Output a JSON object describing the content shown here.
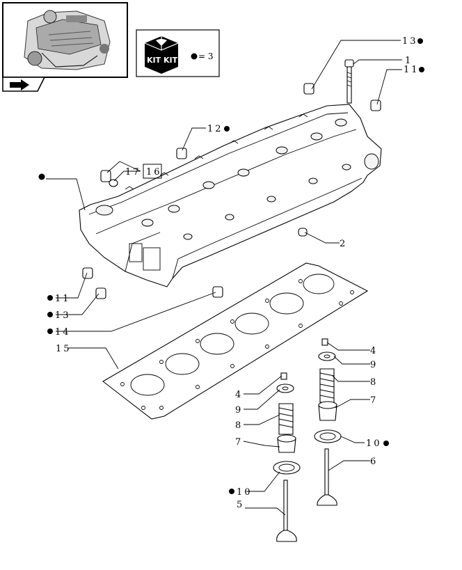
{
  "kit_legend": {
    "kit_left": "KIT",
    "kit_right": "KIT",
    "equals_text": "= 3"
  },
  "callouts": [
    {
      "id": "c13a",
      "text": "13",
      "bullet": true
    },
    {
      "id": "c1",
      "text": "1",
      "bullet": false
    },
    {
      "id": "c11a",
      "text": "11",
      "bullet": true
    },
    {
      "id": "c12",
      "text": "12",
      "bullet": true
    },
    {
      "id": "c17",
      "text": "17",
      "bullet": false
    },
    {
      "id": "c16",
      "text": "16",
      "bullet": false
    },
    {
      "id": "cdot",
      "text": "",
      "bullet": true
    },
    {
      "id": "c2",
      "text": "2",
      "bullet": false
    },
    {
      "id": "c11b",
      "text": "11",
      "bullet": true
    },
    {
      "id": "c13b",
      "text": "13",
      "bullet": true
    },
    {
      "id": "c14",
      "text": "14",
      "bullet": true
    },
    {
      "id": "c15",
      "text": "15",
      "bullet": false
    },
    {
      "id": "c4a",
      "text": "4",
      "bullet": false
    },
    {
      "id": "c9a",
      "text": "9",
      "bullet": false
    },
    {
      "id": "c8a",
      "text": "8",
      "bullet": false
    },
    {
      "id": "c7a",
      "text": "7",
      "bullet": false
    },
    {
      "id": "c10a",
      "text": "10",
      "bullet": true
    },
    {
      "id": "c6",
      "text": "6",
      "bullet": false
    },
    {
      "id": "c4b",
      "text": "4",
      "bullet": false
    },
    {
      "id": "c9b",
      "text": "9",
      "bullet": false
    },
    {
      "id": "c8b",
      "text": "8",
      "bullet": false
    },
    {
      "id": "c7b",
      "text": "7",
      "bullet": false
    },
    {
      "id": "c10b",
      "text": "10",
      "bullet": true
    },
    {
      "id": "c5",
      "text": "5",
      "bullet": false
    }
  ]
}
